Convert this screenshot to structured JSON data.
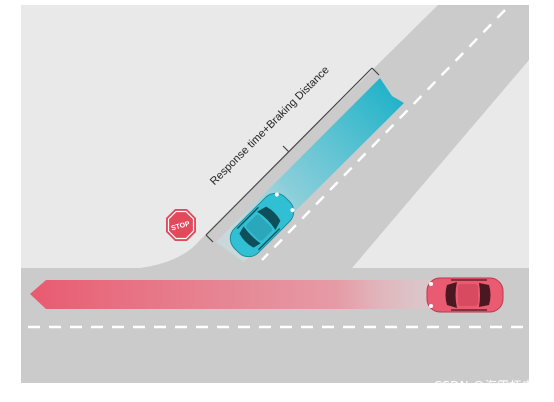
{
  "diagram": {
    "dimension_label": "Response time+Braking Distance",
    "stop_sign_text": "STOP"
  },
  "watermark": "CSDN @海霸虾皮王",
  "colors": {
    "background": "#ffffff",
    "scene_background": "#e9e9e9",
    "road": "#cbcbcb",
    "lane_marking": "#ffffff",
    "braking_zone": "#2fb8cc",
    "path_arrow": "#e85a70",
    "car_blue": "#30bfd3",
    "car_red": "#ea5a70",
    "stop_sign": "#e24a5c",
    "bracket": "#444444"
  }
}
